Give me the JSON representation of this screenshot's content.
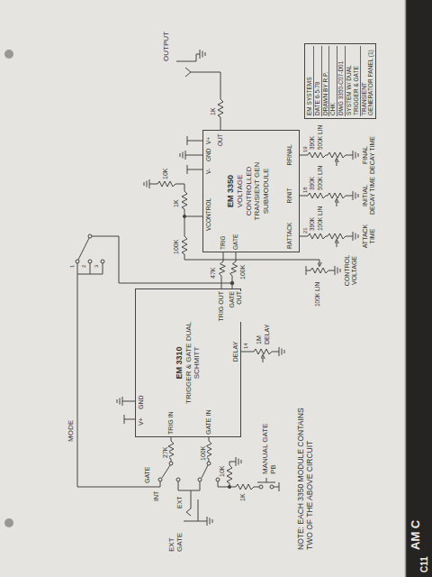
{
  "diagram": {
    "nodes": [
      {
        "text": [
          "EM 3310",
          "TRIGGER & GATE DUAL SCHMITT"
        ]
      },
      {
        "text": [
          "EM 3350",
          "VOLTAGE CONTROLLED TRANSIENT GEN SUBMODULE"
        ]
      },
      {
        "text": [
          "EM SYSTEMS",
          "DATE 6-5-78",
          "DRAWN BY R.P.",
          "CHK",
          "DWG 3350-C07-D01",
          "SYSTEM W/ DUAL TRIGGER & GATE",
          "TRANSIENT GENERATOR PANEL (1)"
        ]
      }
    ],
    "edges": [
      {
        "from": 0,
        "to": 1,
        "arrow": "none"
      },
      {
        "from": 0,
        "to": 1,
        "arrow": "none"
      }
    ],
    "labels": [
      "EXT GATE",
      "GATE",
      "INT",
      "EXT",
      "27K",
      "100K",
      "MODE",
      "1",
      "2",
      "3",
      "V+",
      "GND",
      "TRIG IN",
      "GATE IN",
      "TRIG OUT",
      "GATE OUT",
      "DELAY",
      "14",
      "1M",
      "DELAY",
      "1K",
      "10K",
      "MANUAL GATE PB",
      "47K",
      "100K",
      "NOTE: EACH 3350 MODULE CONTAINS TWO OF THE ABOVE CIRCUIT",
      "100K LIN",
      "CONTROL VOLTAGE",
      "100K",
      "1K",
      "10K",
      "VCONTROL",
      "V-",
      "GND",
      "V+",
      "TRIG",
      "GATE",
      "OUT",
      "RATTACK",
      "RINIT",
      "RFINAL",
      "21",
      "18",
      "19",
      "390K",
      "100K LIN",
      "ATTACK TIME",
      "390K",
      "500K LIN",
      "INITIAL DECAY TIME",
      "390K",
      "500K LIN",
      "FINAL DECAY TIME",
      "1K",
      "OUTPUT",
      "AM C",
      "C11"
    ]
  }
}
